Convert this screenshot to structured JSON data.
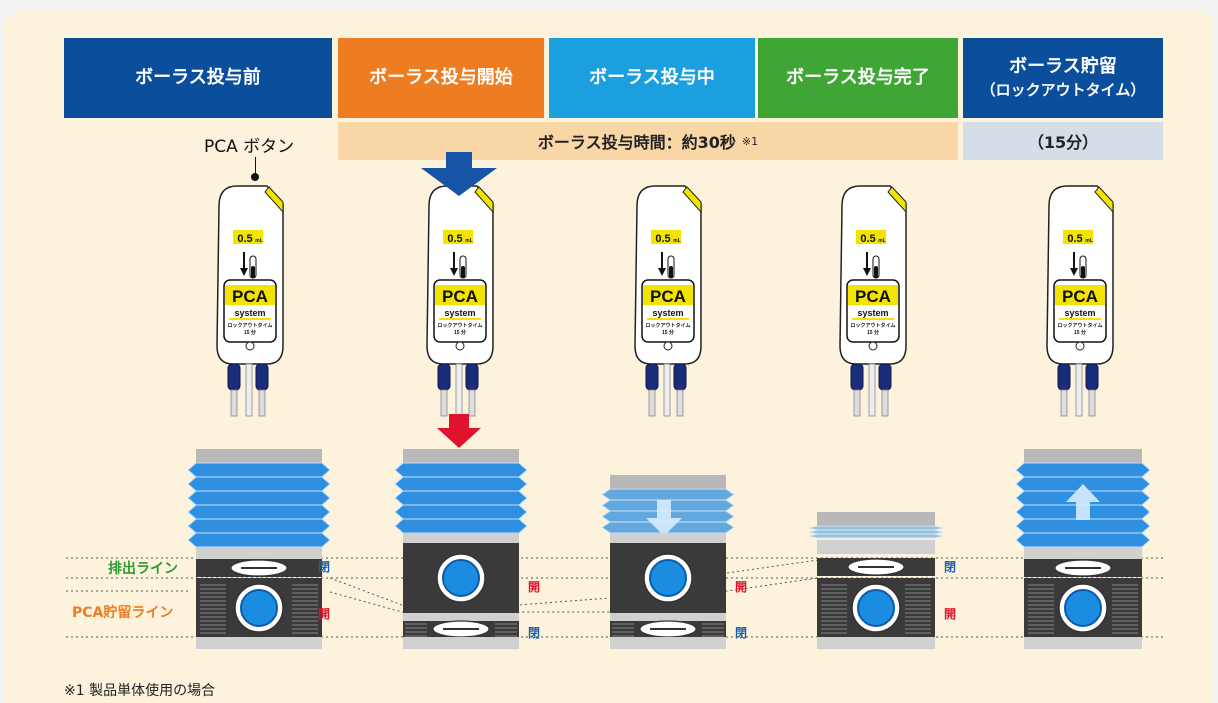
{
  "headers": [
    {
      "label": "ボーラス投与前"
    },
    {
      "label": "ボーラス投与開始"
    },
    {
      "label": "ボーラス投与中"
    },
    {
      "label": "ボーラス投与完了"
    },
    {
      "label": "ボーラス貯留",
      "sub": "（ロックアウトタイム）"
    }
  ],
  "bars": {
    "time_label": "ボーラス投与時間：約30秒",
    "time_note": "※1",
    "lockout_label": "（15分）"
  },
  "pca_button_label": "PCA ボタン",
  "device": {
    "volume": "0.5",
    "volume_unit": "mL",
    "brand": "PCA",
    "system": "system",
    "lockout_text": "ロックアウトタイム",
    "lockout_minutes": "15 分"
  },
  "lines": {
    "drain": "排出ライン",
    "store": "PCA貯留ライン"
  },
  "valve_states": {
    "closed": "閉",
    "open": "開"
  },
  "footnote": "※1 製品単体使用の場合",
  "colors": {
    "navy": "#0b4f9c",
    "orange": "#ee7d21",
    "sky": "#1b9fdf",
    "green": "#3fa535",
    "bellows": "#2f8fe0",
    "arrow_blue": "#1554a6",
    "arrow_red": "#e0132d"
  }
}
